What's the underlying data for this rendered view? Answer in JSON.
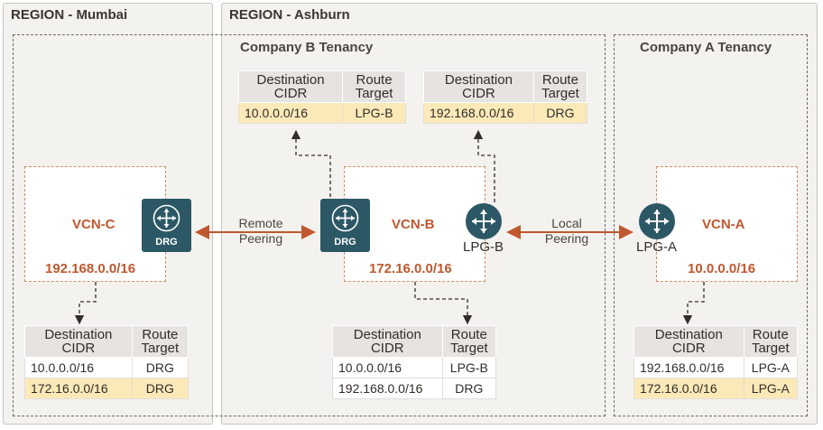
{
  "regions": {
    "mumbai": "REGION - Mumbai",
    "ashburn": "REGION - Ashburn"
  },
  "tenancies": {
    "b": "Company B Tenancy",
    "a": "Company A Tenancy"
  },
  "vcns": {
    "c": {
      "name": "VCN-C",
      "cidr": "192.168.0.0/16"
    },
    "b": {
      "name": "VCN-B",
      "cidr": "172.16.0.0/16"
    },
    "a": {
      "name": "VCN-A",
      "cidr": "10.0.0.0/16"
    }
  },
  "gateways": {
    "drg_label": "DRG",
    "lpg_b": "LPG-B",
    "lpg_a": "LPG-A"
  },
  "connections": {
    "remote": [
      "Remote",
      "Peering"
    ],
    "local": [
      "Local",
      "Peering"
    ]
  },
  "route_table_headers": {
    "dest": [
      "Destination",
      "CIDR"
    ],
    "target": [
      "Route",
      "Target"
    ]
  },
  "route_tables": {
    "drg_b": [
      {
        "cidr": "10.0.0.0/16",
        "target": "LPG-B"
      }
    ],
    "lpg_b": [
      {
        "cidr": "192.168.0.0/16",
        "target": "DRG"
      }
    ],
    "vcn_c": [
      {
        "cidr": "10.0.0.0/16",
        "target": "DRG"
      },
      {
        "cidr": "172.16.0.0/16",
        "target": "DRG"
      }
    ],
    "vcn_b": [
      {
        "cidr": "10.0.0.0/16",
        "target": "LPG-B"
      },
      {
        "cidr": "192.168.0.0/16",
        "target": "DRG"
      }
    ],
    "vcn_a": [
      {
        "cidr": "192.168.0.0/16",
        "target": "LPG-A"
      },
      {
        "cidr": "172.16.0.0/16",
        "target": "LPG-A"
      }
    ]
  },
  "colors": {
    "region_bg": "#f4f2ef",
    "vcn_border": "#d68a5f",
    "vcn_text": "#c0582f",
    "gateway": "#2c5866",
    "highlight_row": "#fbe9b8",
    "arrow": "#c0582f"
  }
}
